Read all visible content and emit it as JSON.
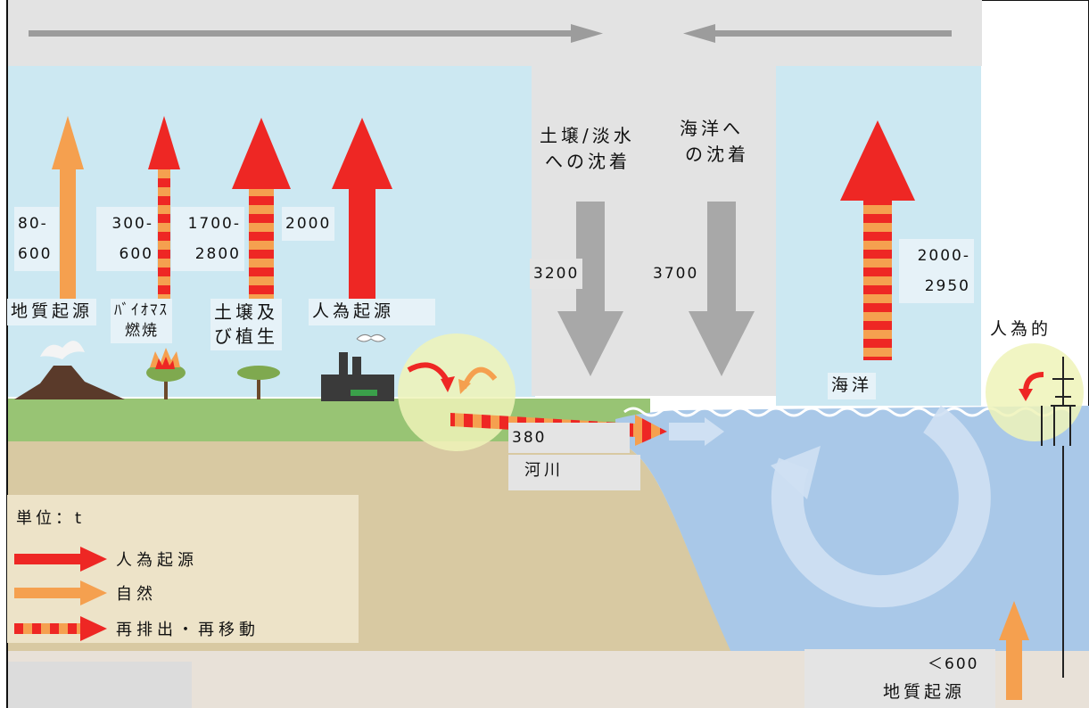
{
  "arrow_colors": {
    "anthropogenic": "#ee2724",
    "natural": "#f5a04f",
    "reemission": "#ee2724/#f5a04f"
  },
  "sources": {
    "geological": {
      "value_line1": "80-",
      "value_line2": "600",
      "label": "地質起源"
    },
    "biomass": {
      "value_line1": "300-",
      "value_line2": "600",
      "label_line1": "ﾊﾞｲｵﾏｽ",
      "label_line2": "燃焼"
    },
    "soil_veg": {
      "value_line1": "1700-",
      "value_line2": "2800",
      "label_line1": "土壌及",
      "label_line2": "び植生"
    },
    "anthropogenic": {
      "value": "2000",
      "label": "人為起源"
    },
    "ocean": {
      "value_line1": "2000-",
      "value_line2": "2950",
      "label": "海洋"
    }
  },
  "deposition": {
    "soil_freshwater": {
      "label_line1": "土壌/淡水",
      "label_line2": "への沈着",
      "value": "3200"
    },
    "ocean": {
      "label_line1": "海洋へ",
      "label_line2": "の沈着",
      "value": "3700"
    }
  },
  "river": {
    "value": "380",
    "label": "河川"
  },
  "anthropogenic_ocean": {
    "label": "人為的"
  },
  "seabed": {
    "value": "＜600",
    "label": "地質起源"
  },
  "legend": {
    "unit": "単位：t",
    "items": [
      {
        "label": "人為起源",
        "style": "anthropogenic"
      },
      {
        "label": "自然",
        "style": "natural"
      },
      {
        "label": "再排出・再移動",
        "style": "reemission"
      }
    ]
  }
}
